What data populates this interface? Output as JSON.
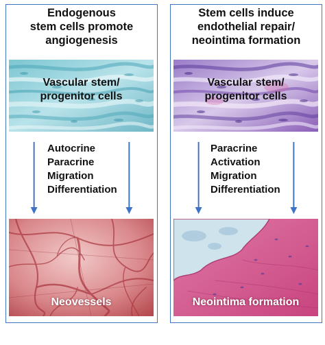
{
  "colors": {
    "panel_border": "#3f74c4",
    "arrow": "#3f74c4",
    "left_top_tint": "#5fb6c4",
    "right_top_tint": "#6a4aa8",
    "left_bottom_tint": "#c5545a",
    "right_bottom_tint": "#d8508a"
  },
  "left_panel": {
    "heading": [
      "Endogenous",
      "stem cells promote",
      "angiogenesis"
    ],
    "image_top_label": [
      "Vascular stem/",
      "progenitor cells"
    ],
    "mechanisms": [
      "Autocrine",
      "Paracrine",
      "Migration",
      "Differentiation"
    ],
    "image_bottom_label": "Neovessels"
  },
  "right_panel": {
    "heading": [
      "Stem cells induce",
      "endothelial repair/",
      "neointima formation"
    ],
    "image_top_label": [
      "Vascular stem/",
      "progenitor cells"
    ],
    "mechanisms": [
      "Paracrine",
      "Activation",
      "Migration",
      "Differentiation"
    ],
    "image_bottom_label": "Neointima formation"
  }
}
